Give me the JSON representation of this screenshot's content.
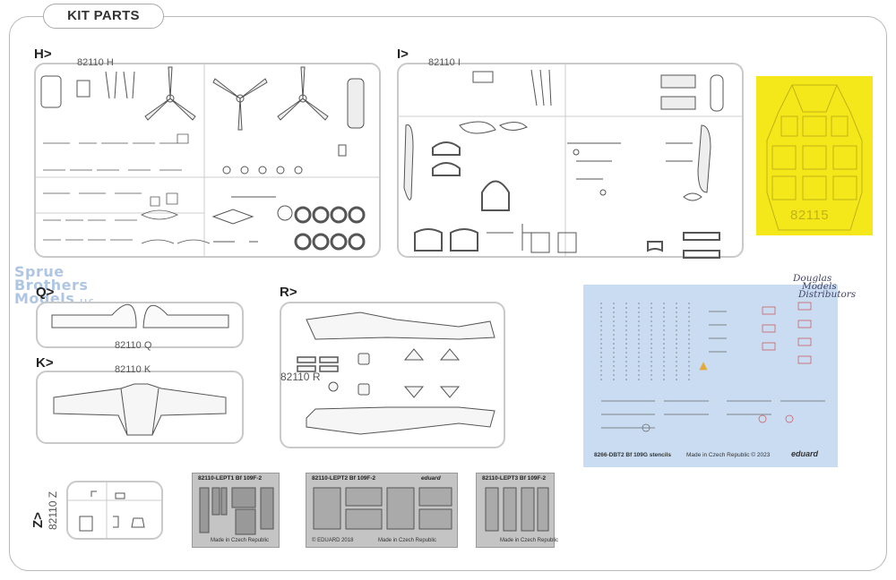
{
  "page": {
    "title": "KIT PARTS"
  },
  "sprues": [
    {
      "letter": "H>",
      "code": "82110 H"
    },
    {
      "letter": "I>",
      "code": "82110 I"
    },
    {
      "letter": "Q>",
      "code": "82110 Q"
    },
    {
      "letter": "K>",
      "code": "82110 K"
    },
    {
      "letter": "R>",
      "code": "82110 R"
    },
    {
      "letter": "Z>",
      "code": "82110 Z"
    }
  ],
  "mask": {
    "number": "82115"
  },
  "photo_etch": [
    {
      "title": "82110-LEPT1  Bf 109F-2",
      "foot": "Made in Czech Republic"
    },
    {
      "title": "82110-LEPT2  Bf 109F-2",
      "brand": "eduard",
      "foot": "Made in Czech Republic",
      "copyright": "© EDUARD 2018"
    },
    {
      "title": "82110-LEPT3  Bf 109F-2",
      "foot": "Made in Czech Republic"
    }
  ],
  "decal": {
    "code": "8266-DBT2 Bf 109G stencils",
    "made_in": "Made in Czech Republic © 2023",
    "brand": "eduard"
  },
  "watermark": {
    "line1": "Sprue",
    "line2": "Brothers",
    "line3": "Models",
    "suffix": "LLC"
  },
  "distributor_logo": {
    "line1": "Douglas",
    "line2": "Models",
    "line3": "Distributors"
  },
  "colors": {
    "mask_yellow": "#f4e81a",
    "decal_blue": "#c9dcf2",
    "photo_etch_grey": "#c4c4c4",
    "frame_grey": "#b8b8b8"
  }
}
